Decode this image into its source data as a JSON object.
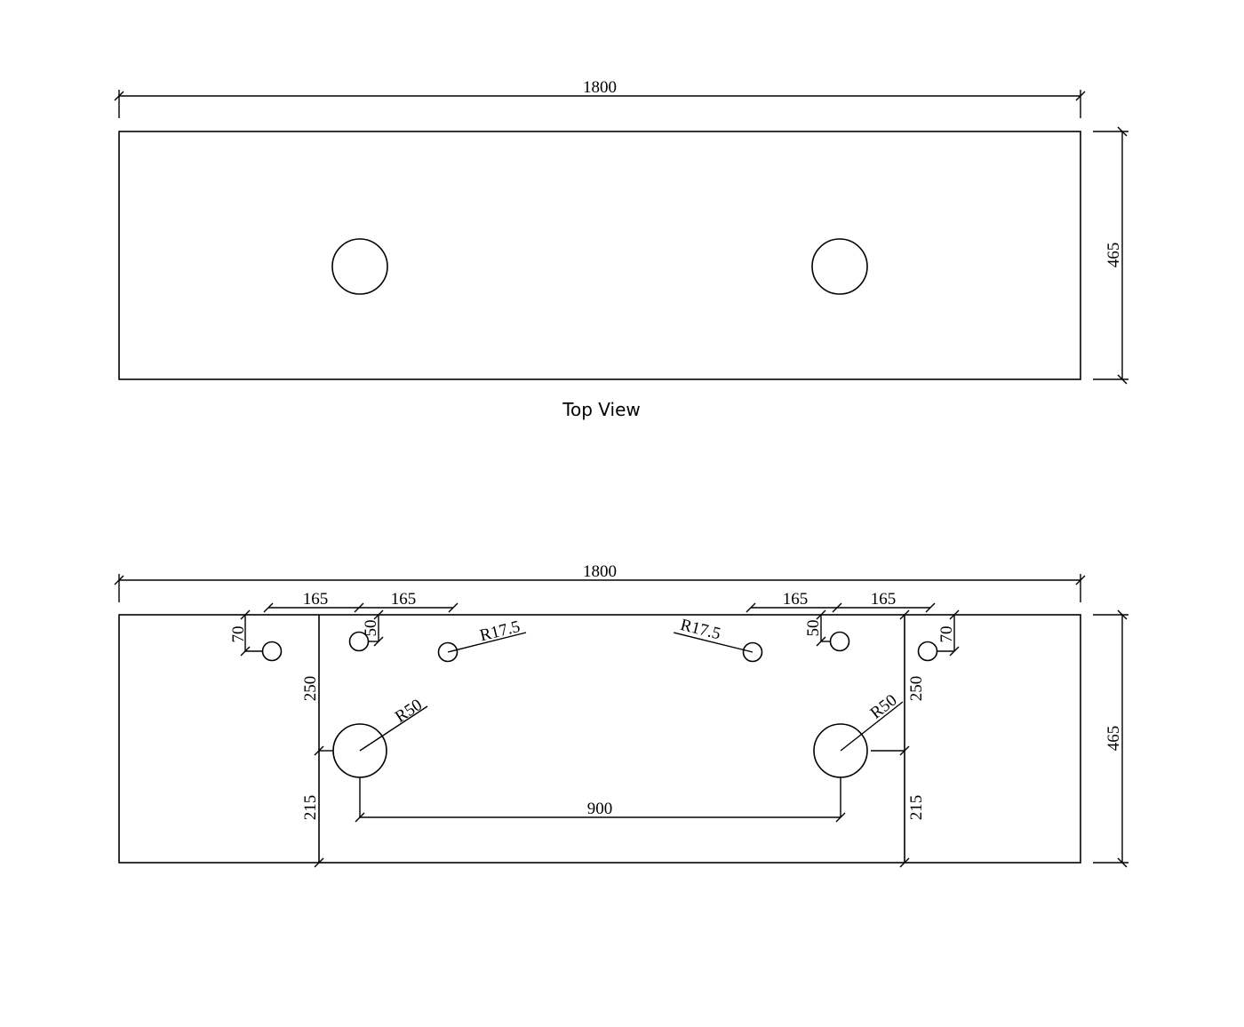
{
  "top_view": {
    "caption": "Top View",
    "width_label": "1800",
    "depth_label": "465"
  },
  "bottom_view": {
    "width_label": "1800",
    "depth_label": "465",
    "left": {
      "offset_a": "165",
      "offset_b": "165",
      "hole_offset_70": "70",
      "hole_offset_50": "50",
      "tap_radius": "R17.5",
      "basin_radius": "R50",
      "dim_250": "250",
      "dim_215": "215"
    },
    "right": {
      "offset_a": "165",
      "offset_b": "165",
      "hole_offset_70": "70",
      "hole_offset_50": "50",
      "tap_radius": "R17.5",
      "basin_radius": "R50",
      "dim_250": "250",
      "dim_215": "215"
    },
    "centers_label": "900"
  }
}
